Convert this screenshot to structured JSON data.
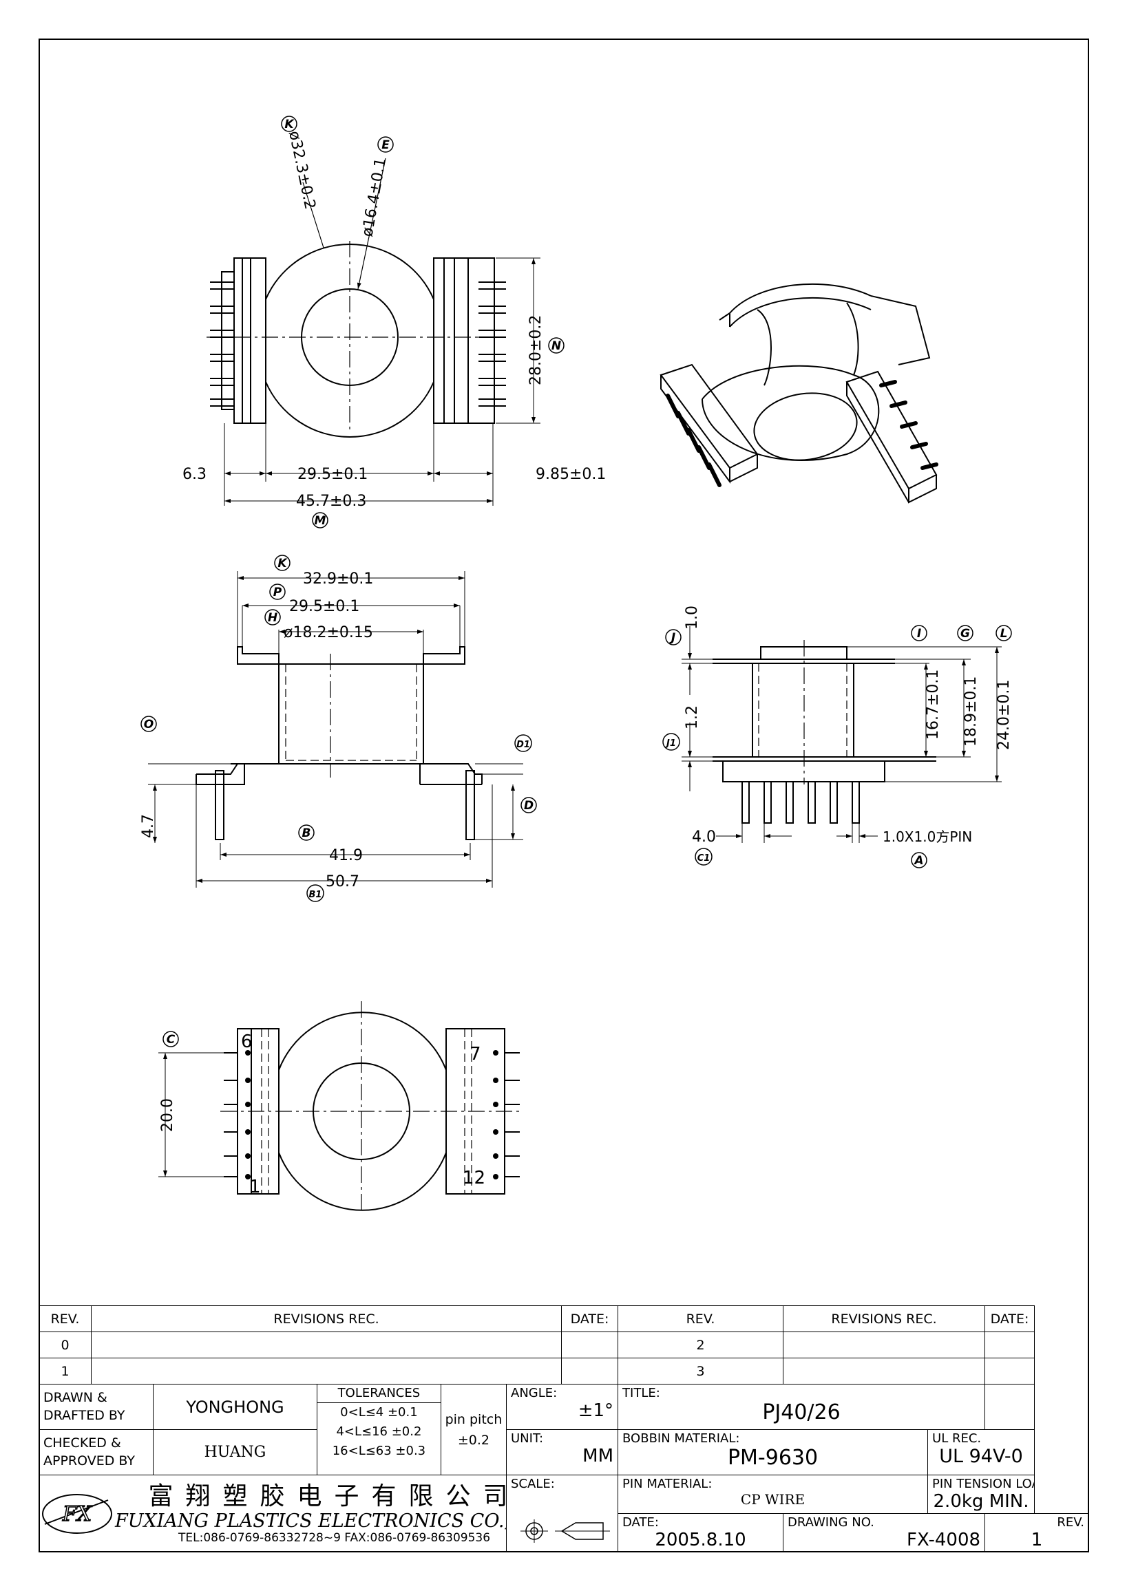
{
  "dims": {
    "top_view": {
      "k_dia": "ø32.3±0.2",
      "e_dia": "ø16.4±0.1",
      "height": "28.0±0.2",
      "left_off": "6.3",
      "core_w": "29.5±0.1",
      "right_off": "9.85±0.1",
      "total_w": "45.7±0.3"
    },
    "front_view": {
      "k": "32.9±0.1",
      "p": "29.5±0.1",
      "h": "ø18.2±0.15",
      "b": "41.9",
      "b1": "50.7",
      "d_left": "4.7"
    },
    "side_view": {
      "j": "1.0",
      "j1": "1.2",
      "i": "16.7±0.1",
      "g": "18.9±0.1",
      "l": "24.0±0.1",
      "c1": "4.0",
      "pin": "1.0X1.0方PIN"
    },
    "bottom_view": {
      "c": "20.0",
      "pin_nums": [
        "6",
        "7",
        "1",
        "12"
      ]
    },
    "circled": [
      "K",
      "E",
      "N",
      "M",
      "P",
      "H",
      "O",
      "D1",
      "D",
      "B",
      "B1",
      "J",
      "J1",
      "I",
      "G",
      "L",
      "C1",
      "A",
      "C"
    ]
  },
  "title_block": {
    "rev_header": "REV.",
    "revisions_header": "REVISIONS  REC.",
    "date_header": "DATE:",
    "rev_left": [
      "0",
      "1"
    ],
    "rev_right": [
      "2",
      "3"
    ],
    "drawn_label": "DRAWN &\nDRAFTED BY",
    "drawn_value": "YONGHONG",
    "checked_label": "CHECKED &\nAPPROVED BY",
    "checked_value": "HUANG",
    "tolerances_label": "TOLERANCES",
    "tol_lines": [
      "0<L≤4   ±0.1",
      "4<L≤16  ±0.2",
      "16<L≤63  ±0.3"
    ],
    "pin_pitch_label": "pin pitch",
    "pin_pitch_value": "±0.2",
    "angle_label": "ANGLE:",
    "angle_value": "±1°",
    "unit_label": "UNIT:",
    "unit_value": "MM",
    "scale_label": "SCALE:",
    "title_label": "TITLE:",
    "title_value": "PJ40/26",
    "bobbin_label": "BOBBIN MATERIAL:",
    "bobbin_value": "PM-9630",
    "ul_label": "UL REC.",
    "ul_value": "UL 94V-0",
    "pin_mat_label": "PIN MATERIAL:",
    "pin_mat_value": "CP WIRE",
    "tension_label": "PIN TENSION LOAD:",
    "tension_value": "2.0kg  MIN.",
    "date_label": "DATE:",
    "date_value": "2005.8.10",
    "drawing_label": "DRAWING NO.",
    "drawing_value": "FX-4008",
    "rev_label": "REV.",
    "rev_value": "1",
    "company_cn": "富翔塑胶电子有限公司",
    "company_en": "FUXIANG PLASTICS ELECTRONICS CO.,LTD.",
    "company_tel": "TEL:086-0769-86332728~9  FAX:086-0769-86309536",
    "logo_text": "FX"
  }
}
